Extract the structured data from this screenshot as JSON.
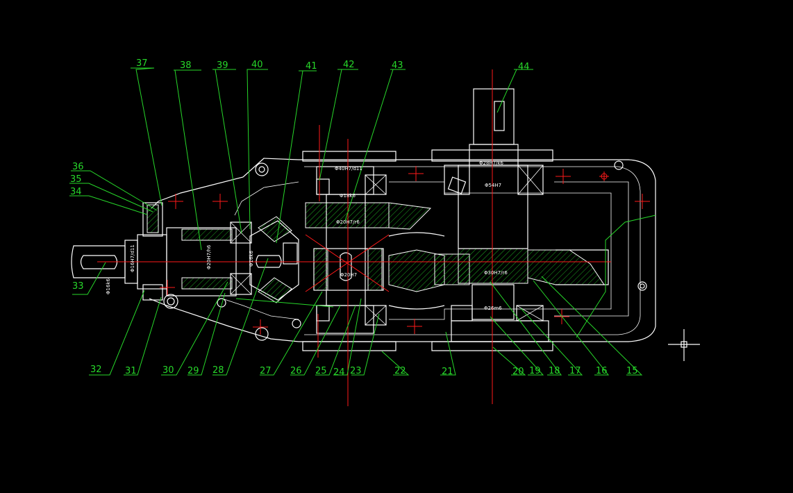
{
  "colors": {
    "background": "#000000",
    "outline": "#ffffff",
    "leader": "#27d82a",
    "centerline": "#ff1a1a"
  },
  "part_labels": {
    "top": [
      "37",
      "38",
      "39",
      "40",
      "41",
      "42",
      "43",
      "44"
    ],
    "left": [
      "36",
      "35",
      "34",
      "33"
    ],
    "bottom": [
      "32",
      "31",
      "30",
      "29",
      "28",
      "27",
      "26",
      "25",
      "24",
      "23",
      "22",
      "21",
      "20",
      "19",
      "18",
      "17",
      "16",
      "15"
    ]
  },
  "dimensions": {
    "d1": "Φ40H7/d11",
    "d2": "Φ18k6",
    "d3": "Φ20H7/r6",
    "d4": "Φ28H7/k6",
    "d5": "Φ54H7",
    "d6": "Φ20H7",
    "d7": "Φ30H7/r6",
    "d8": "Φ26m6",
    "d9": "Φ20H7/h6",
    "d10": "Φ16k6",
    "d11": "Φ16H7/d11",
    "d12": "Φ16k6"
  }
}
